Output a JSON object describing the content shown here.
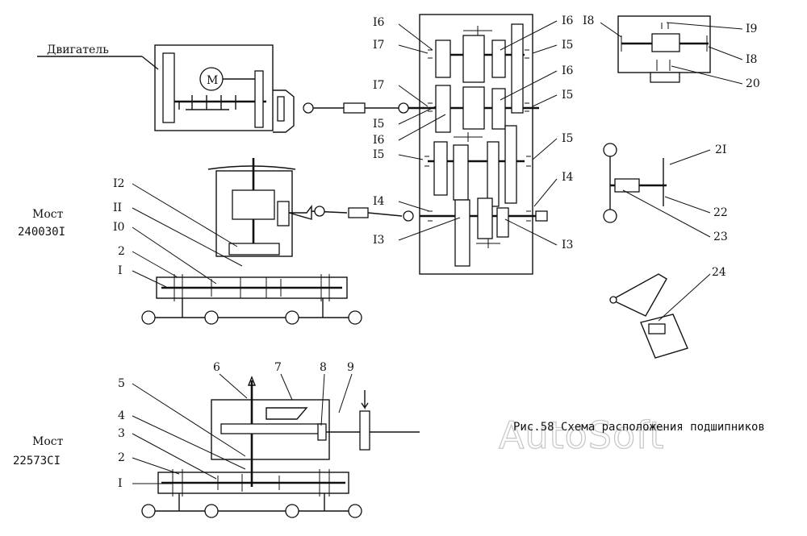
{
  "caption": "Рис.58 Схема расположения подшипников",
  "watermark": "AutoSoft",
  "engine_label": "Двигатель",
  "motor_symbol": "М",
  "bridge1": {
    "line1": "Мост",
    "line2": "240030I"
  },
  "bridge2": {
    "line1": "Мост",
    "line2": "22573CI"
  },
  "callouts": {
    "n1a": "I",
    "n2a": "2",
    "n10": "I0",
    "n11": "II",
    "n12": "I2",
    "n1b": "I",
    "n2b": "2",
    "n3": "3",
    "n4": "4",
    "n5": "5",
    "n6": "6",
    "n7": "7",
    "n8": "8",
    "n9": "9",
    "g16a": "I6",
    "g17a": "I7",
    "g17b": "I7",
    "g15a": "I5",
    "g16b": "I6",
    "g15b": "I5",
    "g16r1": "I6",
    "g15r1": "I5",
    "g16r2": "I6",
    "g15r2": "I5",
    "g15r3": "I5",
    "g14l": "I4",
    "g13l": "I3",
    "g14r": "I4",
    "g13r": "I3",
    "n18a": "I8",
    "n19": "I9",
    "n18b": "I8",
    "n20": "20",
    "n21": "2I",
    "n22": "22",
    "n23": "23",
    "n24": "24"
  }
}
